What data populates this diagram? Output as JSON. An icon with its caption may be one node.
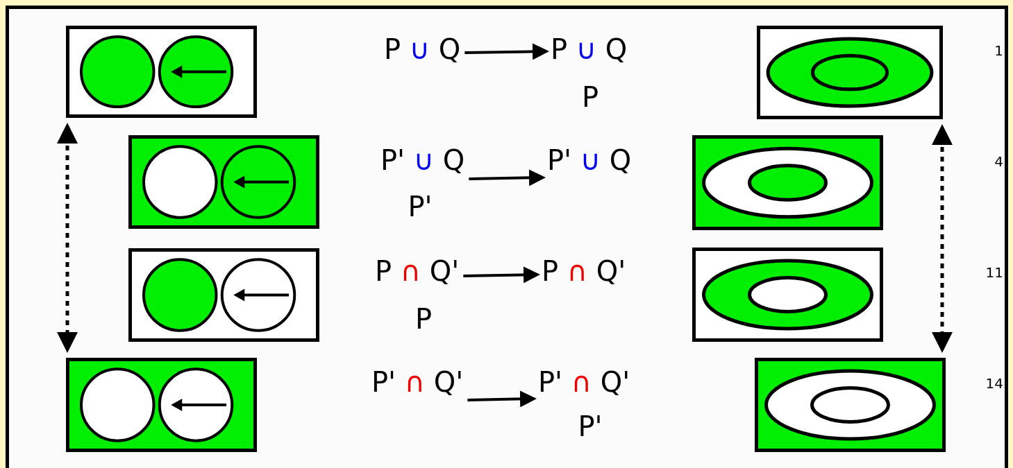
{
  "diagram": {
    "nodes": [
      {
        "text": [],
        "shape": "picture"
      },
      {
        "text": [
          "P",
          "∪",
          "Q"
        ]
      },
      {
        "text": [
          "P",
          "∪",
          "Q"
        ]
      },
      {
        "text": [],
        "shape": "picture"
      },
      {
        "text": [],
        "shape": "picture"
      },
      {
        "text": [
          "P'",
          "∪",
          "Q"
        ]
      },
      {
        "text": [
          "P'",
          "∪",
          "Q"
        ]
      },
      {
        "text": [],
        "shape": "picture"
      },
      {
        "text": [],
        "shape": "picture"
      },
      {
        "text": [
          "P",
          "∩",
          "Q'"
        ]
      },
      {
        "text": [
          "P",
          "∩",
          "Q'"
        ]
      },
      {
        "text": [],
        "shape": "picture"
      },
      {
        "text": [],
        "shape": "picture"
      },
      {
        "text": [
          "P'",
          "∩",
          "Q'"
        ]
      },
      {
        "text": [
          "P'",
          "∩",
          "Q'"
        ]
      },
      {
        "text": [],
        "shape": "picture"
      }
    ],
    "edges": [
      {
        "from": 1,
        "to": 2,
        "arrow": "to"
      },
      {
        "from": 5,
        "to": 6,
        "arrow": "to"
      },
      {
        "from": 9,
        "to": 10,
        "arrow": "to"
      },
      {
        "from": 13,
        "to": 14,
        "arrow": "to"
      },
      {
        "from": 0,
        "to": 12,
        "arrow": "both",
        "style": "dashed"
      },
      {
        "from": 3,
        "to": 15,
        "arrow": "both",
        "style": "dashed"
      }
    ],
    "labels": [
      "1",
      "P",
      "4",
      "P'",
      "11",
      "P",
      "14",
      "P'"
    ]
  }
}
